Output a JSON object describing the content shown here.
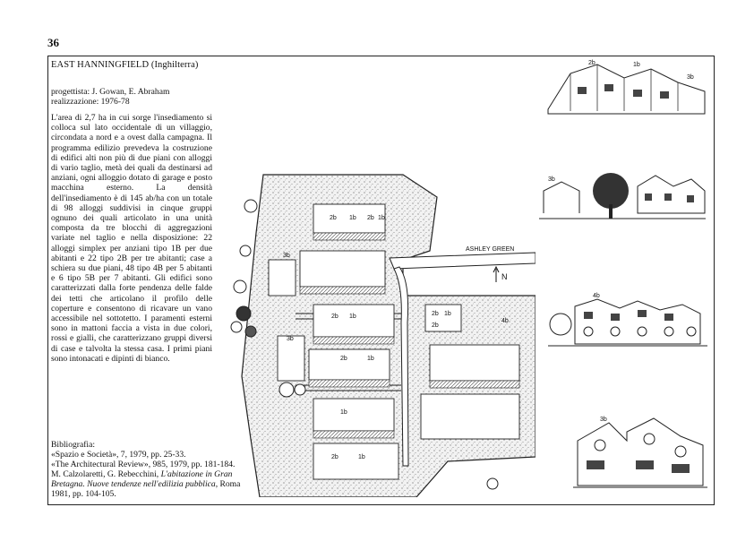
{
  "page_number": "36",
  "title": "EAST HANNINGFIELD (Inghilterra)",
  "credits": {
    "designer": "progettista: J. Gowan, E. Abraham",
    "realization": "realizzazione: 1976-78"
  },
  "description": "L'area di 2,7 ha in cui sorge l'insediamento si colloca sul lato occidentale di un villaggio, circondata a nord e a ovest dalla campagna. Il programma edilizio prevedeva la costruzione di edifici alti non più di due piani con alloggi di vario taglio, metà dei quali da destinarsi ad anziani, ogni alloggio dotato di garage e posto macchina esterno. La densità dell'insediamento è di 145 ab/ha con un totale di 98 alloggi suddivisi in cinque gruppi ognuno dei quali articolato in una unità composta da tre blocchi di aggregazioni variate nel taglio e nella disposizione: 22 alloggi simplex per anziani tipo 1B per due abitanti e 22 tipo 2B per tre abitanti; case a schiera su due piani, 48 tipo 4B per 5 abitanti e 6 tipo 5B per 7 abitanti. Gli edifici sono caratterizzati dalla forte pendenza delle falde dei tetti che articolano il profilo delle coperture e consentono di ricavare un vano accessibile nel sottotetto. I paramenti esterni sono in mattoni faccia a vista in due colori, rossi e gialli, che caratterizzano gruppi diversi di case e talvolta la stessa casa. I primi piani sono intonacati e dipinti di bianco.",
  "bibliography": {
    "heading": "Bibliografia:",
    "entries": [
      "«Spazio e Società», 7, 1979, pp. 25-33.",
      "«The Architectural Review», 985, 1979, pp. 181-184."
    ],
    "last_entry": {
      "authors": "M. Calzolaretti, G. Rebecchini,",
      "title_1": "L'abitazione in Gran Bretagna. Nuove tendenze nell'edilizia pubblica",
      "tail": ", Roma 1981, pp. 104-105."
    }
  },
  "plan": {
    "street_label": "ASHLEY GREEN",
    "north_label": "N",
    "unit_labels": [
      "2b",
      "1b",
      "2b",
      "1b",
      "2b",
      "1b",
      "3b",
      "3b",
      "2b",
      "1b",
      "2b",
      "1b",
      "2b",
      "4b",
      "1b",
      "2b",
      "1b"
    ]
  },
  "sketch_labels": {
    "sketch1": [
      "2b",
      "1b",
      "3b"
    ],
    "sketch2": [
      "3b"
    ],
    "sketch3": [
      "4b"
    ],
    "sketch4": [
      "3b"
    ]
  }
}
